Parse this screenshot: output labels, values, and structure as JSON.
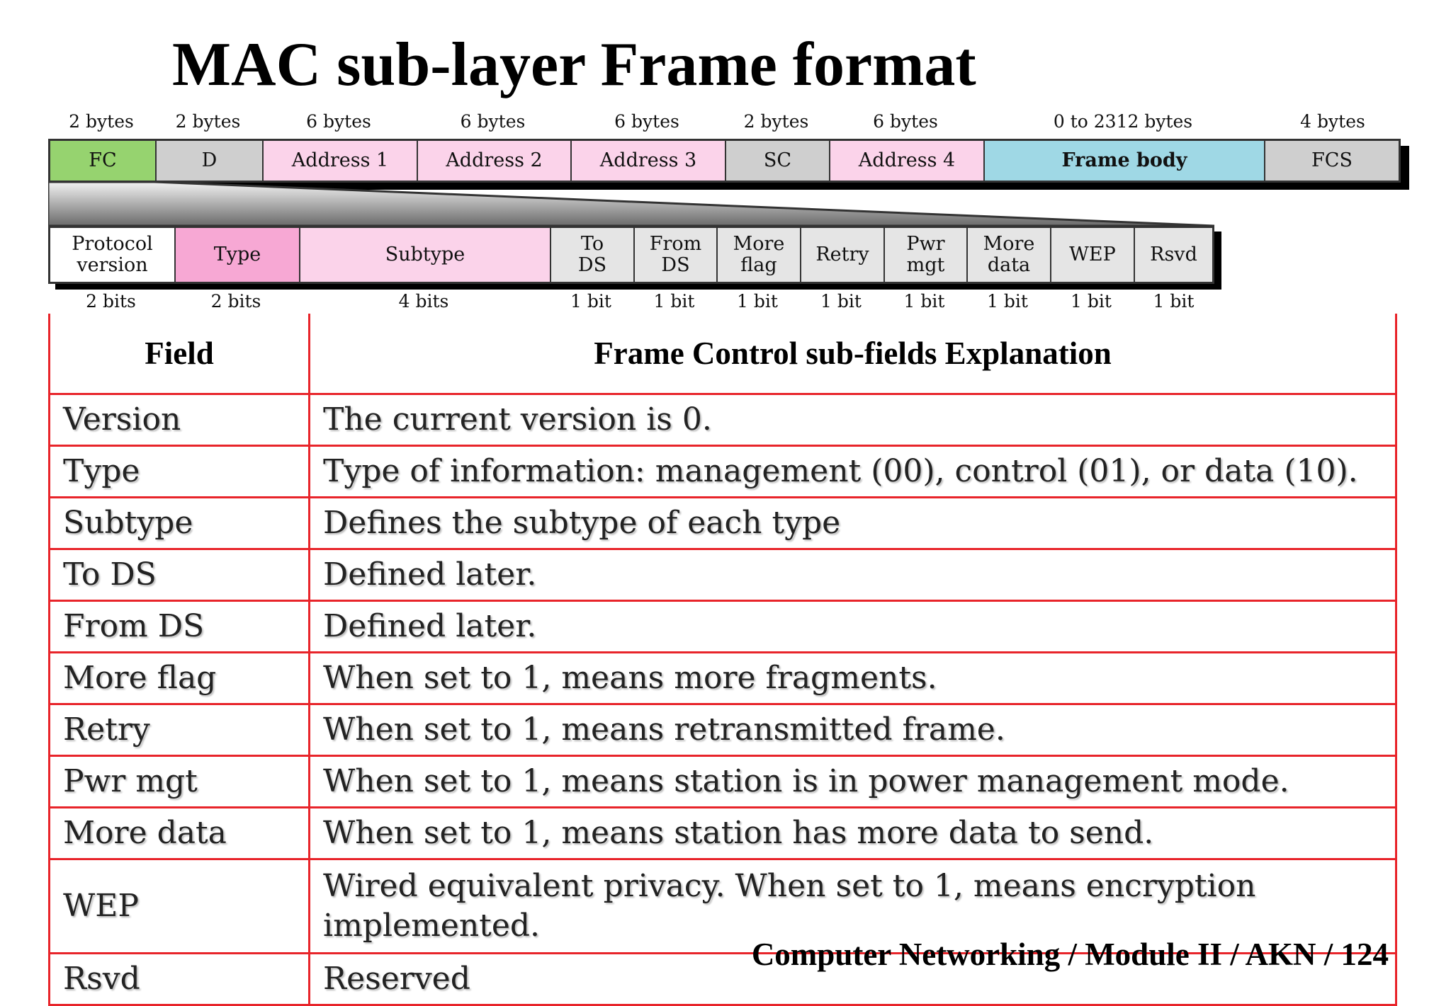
{
  "title": "MAC sub-layer Frame format",
  "frame": {
    "sizes": [
      "2 bytes",
      "2 bytes",
      "6 bytes",
      "6 bytes",
      "6 bytes",
      "2 bytes",
      "6 bytes",
      "0 to 2312 bytes",
      "4 bytes"
    ],
    "fields": [
      "FC",
      "D",
      "Address 1",
      "Address 2",
      "Address 3",
      "SC",
      "Address 4",
      "Frame body",
      "FCS"
    ],
    "colors": {
      "fc": "#96d36f",
      "gray": "#cfcfcf",
      "pink": "#fbd3ea",
      "body": "#9fd8e5",
      "type": "#f7a8d4",
      "white": "#ffffff"
    }
  },
  "frame_control": {
    "fields": [
      {
        "line1": "Protocol",
        "line2": "version"
      },
      {
        "line1": "Type",
        "line2": ""
      },
      {
        "line1": "Subtype",
        "line2": ""
      },
      {
        "line1": "To",
        "line2": "DS"
      },
      {
        "line1": "From",
        "line2": "DS"
      },
      {
        "line1": "More",
        "line2": "flag"
      },
      {
        "line1": "Retry",
        "line2": ""
      },
      {
        "line1": "Pwr",
        "line2": "mgt"
      },
      {
        "line1": "More",
        "line2": "data"
      },
      {
        "line1": "WEP",
        "line2": ""
      },
      {
        "line1": "Rsvd",
        "line2": ""
      }
    ],
    "sizes": [
      "2 bits",
      "2 bits",
      "4 bits",
      "1 bit",
      "1 bit",
      "1 bit",
      "1 bit",
      "1 bit",
      "1 bit",
      "1 bit",
      "1 bit"
    ]
  },
  "table": {
    "headers": [
      "Field",
      "Frame Control sub-fields Explanation"
    ],
    "rows": [
      {
        "field": "Version",
        "explanation": "The current version is 0."
      },
      {
        "field": "Type",
        "explanation": "Type of information: management (00), control (01), or data (10)."
      },
      {
        "field": "Subtype",
        "explanation": "Defines the subtype of each type"
      },
      {
        "field": "To DS",
        "explanation": "Defined later."
      },
      {
        "field": "From DS",
        "explanation": "Defined later."
      },
      {
        "field": "More flag",
        "explanation": "When set to 1, means more fragments."
      },
      {
        "field": "Retry",
        "explanation": "When set to 1, means retransmitted frame."
      },
      {
        "field": "Pwr mgt",
        "explanation": "When set to 1, means station is in power management mode."
      },
      {
        "field": "More data",
        "explanation": "When set to 1, means station has more data to send."
      },
      {
        "field": "WEP",
        "explanation": "Wired equivalent privacy. When set to 1, means encryption implemented."
      },
      {
        "field": "Rsvd",
        "explanation": "Reserved"
      }
    ],
    "border_color": "#e8242a"
  },
  "footer": "Computer Networking / Module II / AKN / 124"
}
